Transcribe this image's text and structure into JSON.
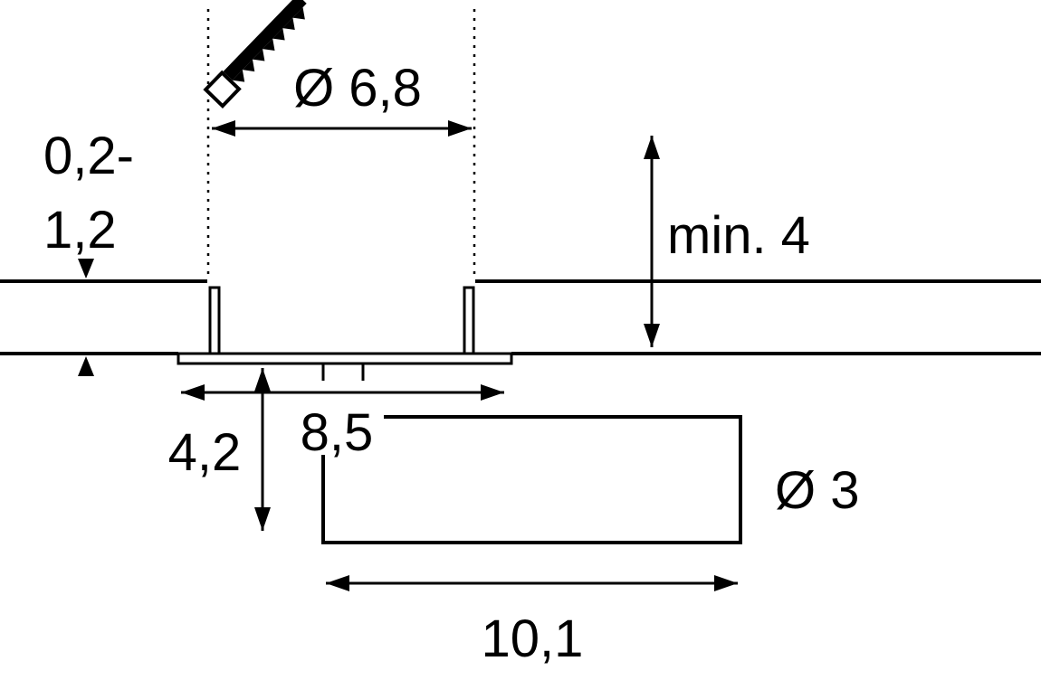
{
  "diagram": {
    "title": "recessed-luminaire-installation-dimensions",
    "labels": {
      "cutout_diameter": "Ø 6,8",
      "ceiling_thickness_line1": "0,2-",
      "ceiling_thickness_line2": "1,2",
      "min_recess_depth": "min. 4",
      "flange_diameter": "8,5",
      "body_depth": "4,2",
      "housing_diameter": "Ø 3",
      "housing_length": "10,1"
    },
    "icons": {
      "tool": "saw-icon"
    },
    "colors": {
      "line": "#000000",
      "background": "#ffffff"
    }
  }
}
